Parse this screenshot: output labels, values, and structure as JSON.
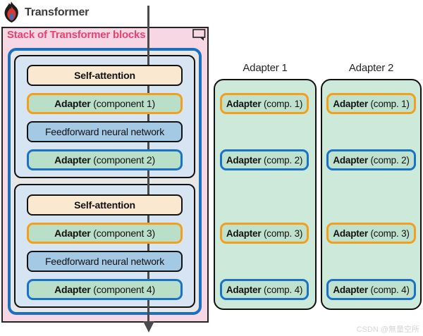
{
  "header": {
    "title": "Transformer"
  },
  "stack": {
    "label": "Stack of Transformer blocks",
    "blocks": [
      {
        "layers": [
          {
            "bold": "Self-attention",
            "rest": "",
            "kind": "attention"
          },
          {
            "bold": "Adapter",
            "rest": " (component 1)",
            "kind": "adapter-orange"
          },
          {
            "bold": "",
            "rest": "Feedforward neural network",
            "kind": "feedforward"
          },
          {
            "bold": "Adapter",
            "rest": " (component 2)",
            "kind": "adapter-blue"
          }
        ]
      },
      {
        "layers": [
          {
            "bold": "Self-attention",
            "rest": "",
            "kind": "attention"
          },
          {
            "bold": "Adapter",
            "rest": " (component 3)",
            "kind": "adapter-orange"
          },
          {
            "bold": "",
            "rest": "Feedforward neural network",
            "kind": "feedforward"
          },
          {
            "bold": "Adapter",
            "rest": " (component 4)",
            "kind": "adapter-blue"
          }
        ]
      }
    ]
  },
  "adapter_panels": [
    {
      "title": "Adapter 1",
      "items": [
        {
          "bold": "Adapter",
          "rest": " (comp. 1)",
          "kind": "adapter-orange"
        },
        {
          "bold": "Adapter",
          "rest": " (comp. 2)",
          "kind": "adapter-blue"
        },
        {
          "bold": "Adapter",
          "rest": " (comp. 3)",
          "kind": "adapter-orange"
        },
        {
          "bold": "Adapter",
          "rest": " (comp. 4)",
          "kind": "adapter-blue"
        }
      ]
    },
    {
      "title": "Adapter 2",
      "items": [
        {
          "bold": "Adapter",
          "rest": " (comp. 1)",
          "kind": "adapter-orange"
        },
        {
          "bold": "Adapter",
          "rest": " (comp. 2)",
          "kind": "adapter-blue"
        },
        {
          "bold": "Adapter",
          "rest": " (comp. 3)",
          "kind": "adapter-orange"
        },
        {
          "bold": "Adapter",
          "rest": " (comp. 4)",
          "kind": "adapter-blue"
        }
      ]
    }
  ],
  "flow_arrow": {
    "direction": "down"
  },
  "watermark": "CSDN @無量空所",
  "colors": {
    "pink_fill": "#f8d7e4",
    "pink_label": "#e8436f",
    "blue_frame_border": "#1a6fc0",
    "orange_accent": "#f49f1c",
    "blue_accent": "#1a72c8",
    "attention_fill": "#fae8d1",
    "adapter_fill": "#b9dfc9",
    "feedforward_fill": "#a4c9e5",
    "block_fill": "#d7e5f2",
    "panel_fill": "#cde9da",
    "arrow": "#4a4a4a"
  }
}
